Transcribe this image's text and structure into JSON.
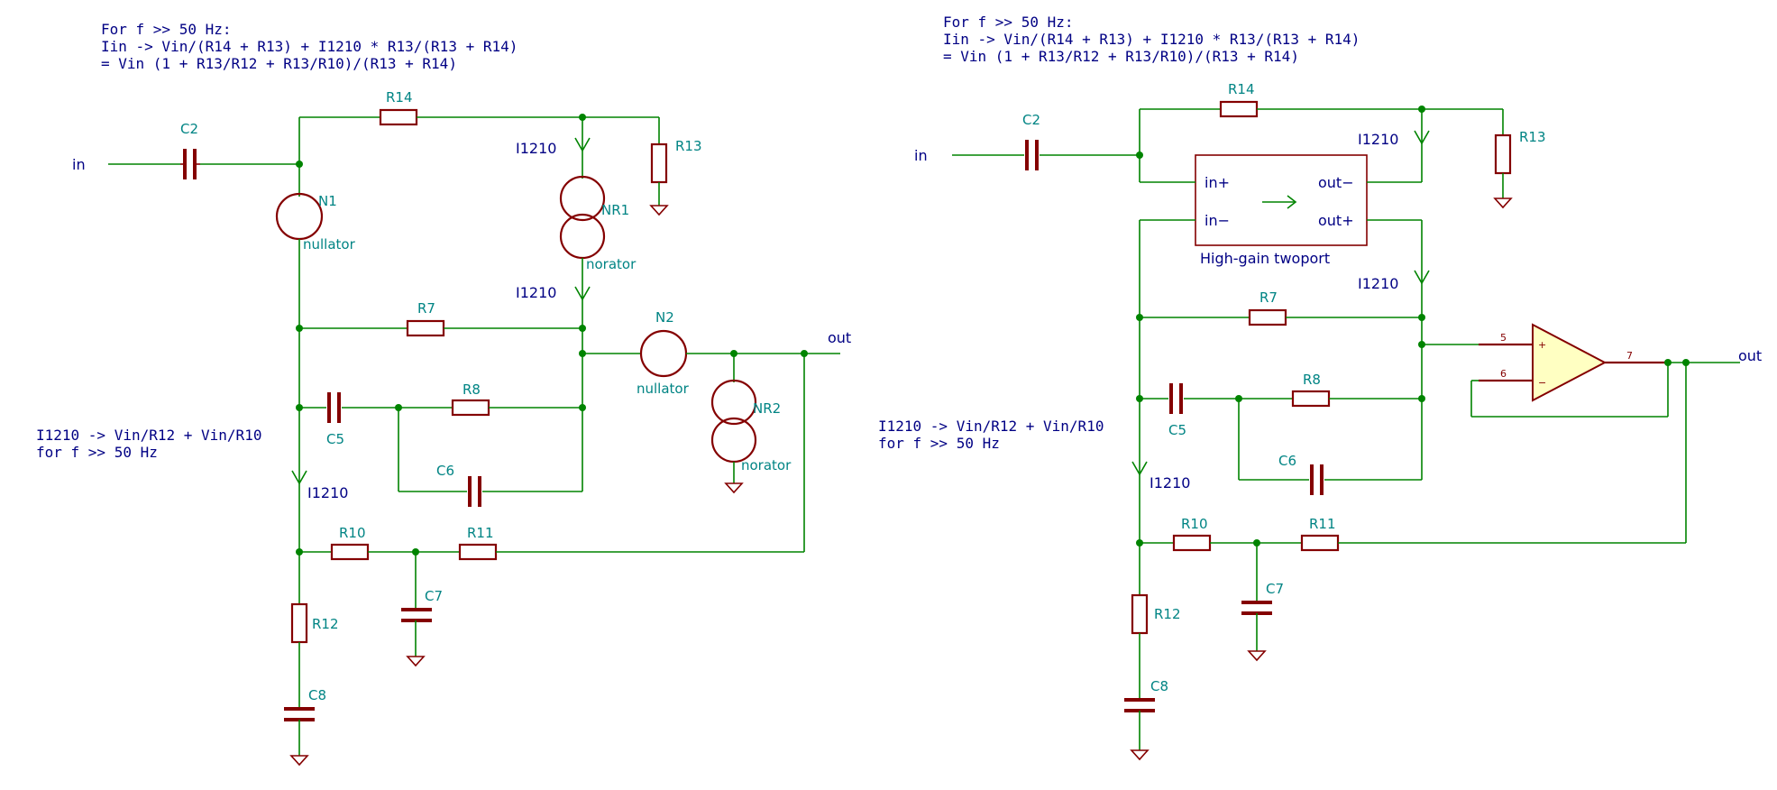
{
  "left": {
    "note_top": [
      "For f >> 50 Hz:",
      "Iin -> Vin/(R14 + R13) + I1210 * R13/(R13 + R14)",
      "= Vin (1 + R13/R12 + R13/R10)/(R13 + R14)"
    ],
    "note_mid": [
      "I1210 -> Vin/R12 + Vin/R10",
      "for f >> 50 Hz"
    ],
    "in_label": "in",
    "out_label": "out",
    "refs": {
      "C2": "C2",
      "R14": "R14",
      "R13": "R13",
      "N1": "N1",
      "N1_val": "nullator",
      "NR1": "NR1",
      "NR1_val": "norator",
      "R7": "R7",
      "N2": "N2",
      "N2_val": "nullator",
      "NR2": "NR2",
      "NR2_val": "norator",
      "C5": "C5",
      "R8": "R8",
      "C6": "C6",
      "R10": "R10",
      "R11": "R11",
      "C7": "C7",
      "R12": "R12",
      "C8": "C8"
    },
    "currents": [
      "I1210",
      "I1210",
      "I1210"
    ]
  },
  "right": {
    "note_top": [
      "For f >> 50 Hz:",
      "Iin -> Vin/(R14 + R13) + I1210 * R13/(R13 + R14)",
      "= Vin (1 + R13/R12 + R13/R10)/(R13 + R14)"
    ],
    "note_mid": [
      "I1210 -> Vin/R12 + Vin/R10",
      "for f >> 50 Hz"
    ],
    "in_label": "in",
    "out_label": "out",
    "twoport": {
      "in_plus": "in+",
      "in_minus": "in−",
      "out_minus": "out−",
      "out_plus": "out+",
      "caption": "High-gain twoport"
    },
    "opamp_pins": {
      "p5": "5",
      "p6": "6",
      "p7": "7",
      "plus": "+",
      "minus": "−"
    },
    "refs": {
      "C2": "C2",
      "R14": "R14",
      "R13": "R13",
      "R7": "R7",
      "C5": "C5",
      "R8": "R8",
      "C6": "C6",
      "R10": "R10",
      "R11": "R11",
      "C7": "C7",
      "R12": "R12",
      "C8": "C8"
    },
    "currents": [
      "I1210",
      "I1210",
      "I1210"
    ]
  }
}
